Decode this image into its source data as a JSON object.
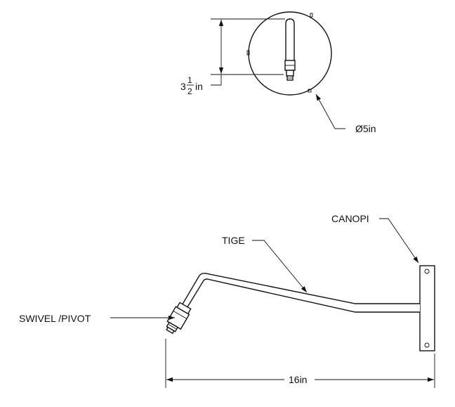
{
  "labels": {
    "canopy": "CANOPI",
    "stem": "TIGE",
    "swivel": "SWIVEL /PIVOT"
  },
  "dimensions": {
    "height_whole": "3",
    "height_num": "1",
    "height_den": "2",
    "height_unit": "in",
    "diameter": "Ø5in",
    "length": "16in"
  }
}
